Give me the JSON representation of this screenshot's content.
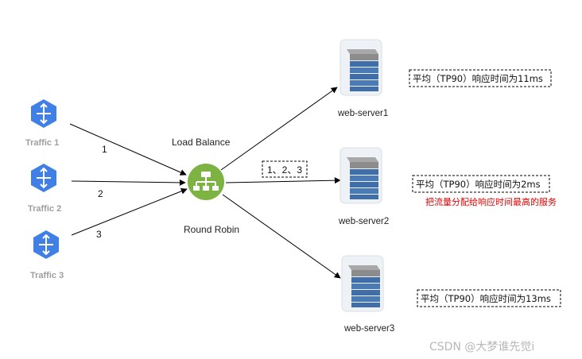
{
  "traffic": [
    {
      "label": "Traffic 1",
      "edge_label": "1"
    },
    {
      "label": "Traffic 2",
      "edge_label": "2"
    },
    {
      "label": "Traffic 3",
      "edge_label": "3"
    }
  ],
  "load_balancer": {
    "title": "Load Balance",
    "subtitle": "Round Robin",
    "icon": "sitemap-icon"
  },
  "servers": [
    {
      "label": "web-server1",
      "note": "平均（TP90）响应时间为11ms"
    },
    {
      "label": "web-server2",
      "note": "平均（TP90）响应时间为2ms",
      "edge_label": "1、2、3",
      "highlight": "把流量分配给响应时间最高的服务"
    },
    {
      "label": "web-server3",
      "note": "平均（TP90）响应时间为13ms"
    }
  ],
  "watermark": "CSDN @大梦谁先觉i",
  "colors": {
    "traffic_icon": "#3f7fe6",
    "lb_icon": "#7cb342",
    "server_top": "#9e9e9e",
    "server_body": "#3f6ea8",
    "highlight": "#e00000"
  }
}
